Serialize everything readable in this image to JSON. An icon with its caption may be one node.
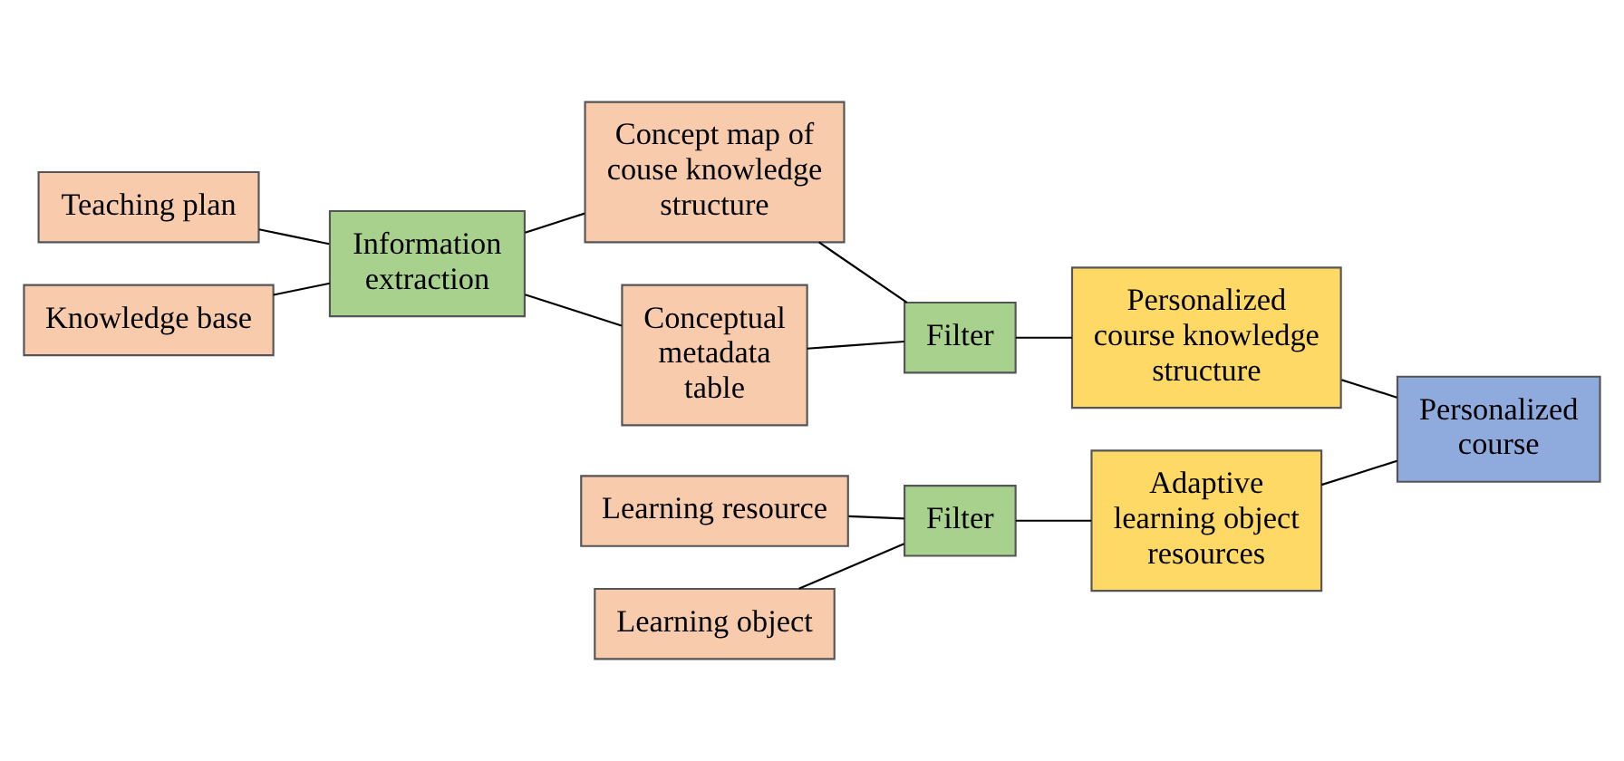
{
  "diagram": {
    "nodes": [
      {
        "text": [
          "Teaching plan"
        ]
      },
      {
        "text": [
          "Knowledge base"
        ]
      },
      {
        "text": [
          "Information extraction"
        ]
      },
      {
        "text": [
          "Concept map of couse knowledge structure"
        ]
      },
      {
        "text": [
          "Conceptual metadata table"
        ]
      },
      {
        "text": [
          "Filter"
        ]
      },
      {
        "text": [
          "Personalized course knowledge structure"
        ]
      },
      {
        "text": [
          "Learning resource"
        ]
      },
      {
        "text": [
          "Learning object"
        ]
      },
      {
        "text": [
          "Filter"
        ]
      },
      {
        "text": [
          "Adaptive learning object resources"
        ]
      },
      {
        "text": [
          "Personalized course"
        ]
      }
    ],
    "edges": [
      {
        "from": 0,
        "to": 2,
        "arrow": "none"
      },
      {
        "from": 1,
        "to": 2,
        "arrow": "none"
      },
      {
        "from": 2,
        "to": 3,
        "arrow": "none"
      },
      {
        "from": 2,
        "to": 4,
        "arrow": "none"
      },
      {
        "from": 3,
        "to": 5,
        "arrow": "none"
      },
      {
        "from": 4,
        "to": 5,
        "arrow": "none"
      },
      {
        "from": 5,
        "to": 6,
        "arrow": "none"
      },
      {
        "from": 6,
        "to": 11,
        "arrow": "none"
      },
      {
        "from": 7,
        "to": 9,
        "arrow": "none"
      },
      {
        "from": 8,
        "to": 9,
        "arrow": "none"
      },
      {
        "from": 9,
        "to": 10,
        "arrow": "none"
      },
      {
        "from": 10,
        "to": 11,
        "arrow": "none"
      }
    ]
  }
}
